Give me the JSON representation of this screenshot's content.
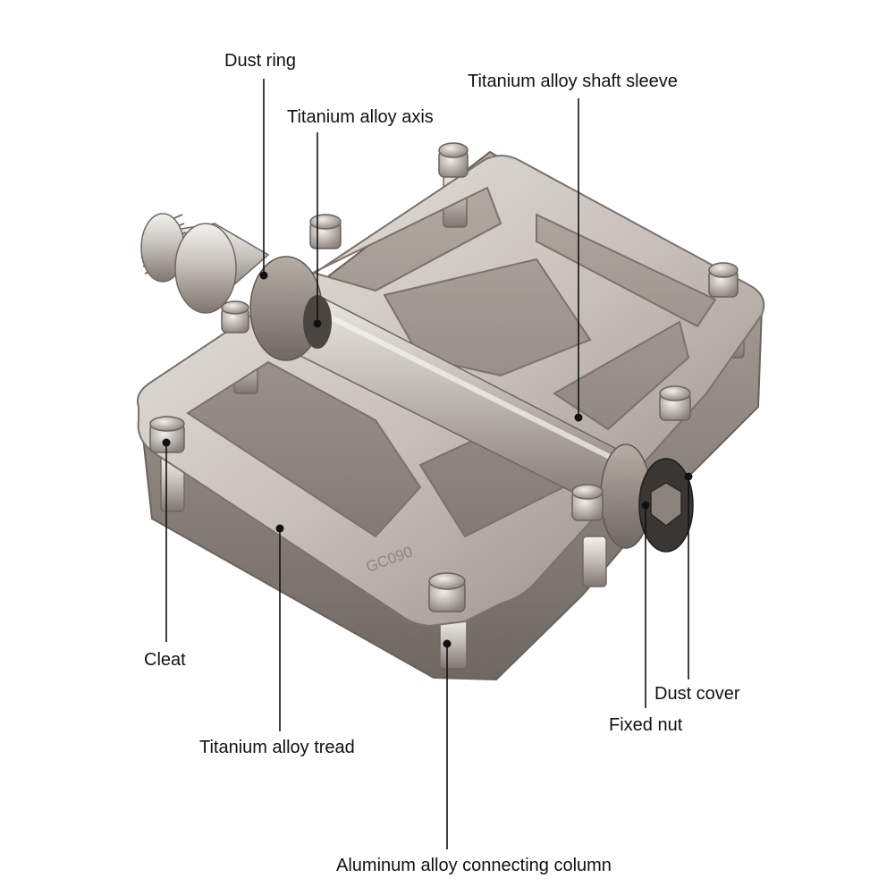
{
  "product": {
    "model_marking": "GC090"
  },
  "callouts": {
    "dust_ring": "Dust ring",
    "titanium_alloy_axis": "Titanium alloy axis",
    "titanium_alloy_shaft_sleeve": "Titanium alloy shaft sleeve",
    "cleat": "Cleat",
    "titanium_alloy_tread": "Titanium alloy tread",
    "aluminum_alloy_connecting_column": "Aluminum alloy connecting column",
    "dust_cover": "Dust cover",
    "fixed_nut": "Fixed nut"
  },
  "colors": {
    "background": "#ffffff",
    "metal_light": "#d9d4cf",
    "metal_mid": "#b7afa8",
    "metal_dark": "#8c847d",
    "leader_line": "#111111",
    "nut_black": "#2a2a2a"
  }
}
